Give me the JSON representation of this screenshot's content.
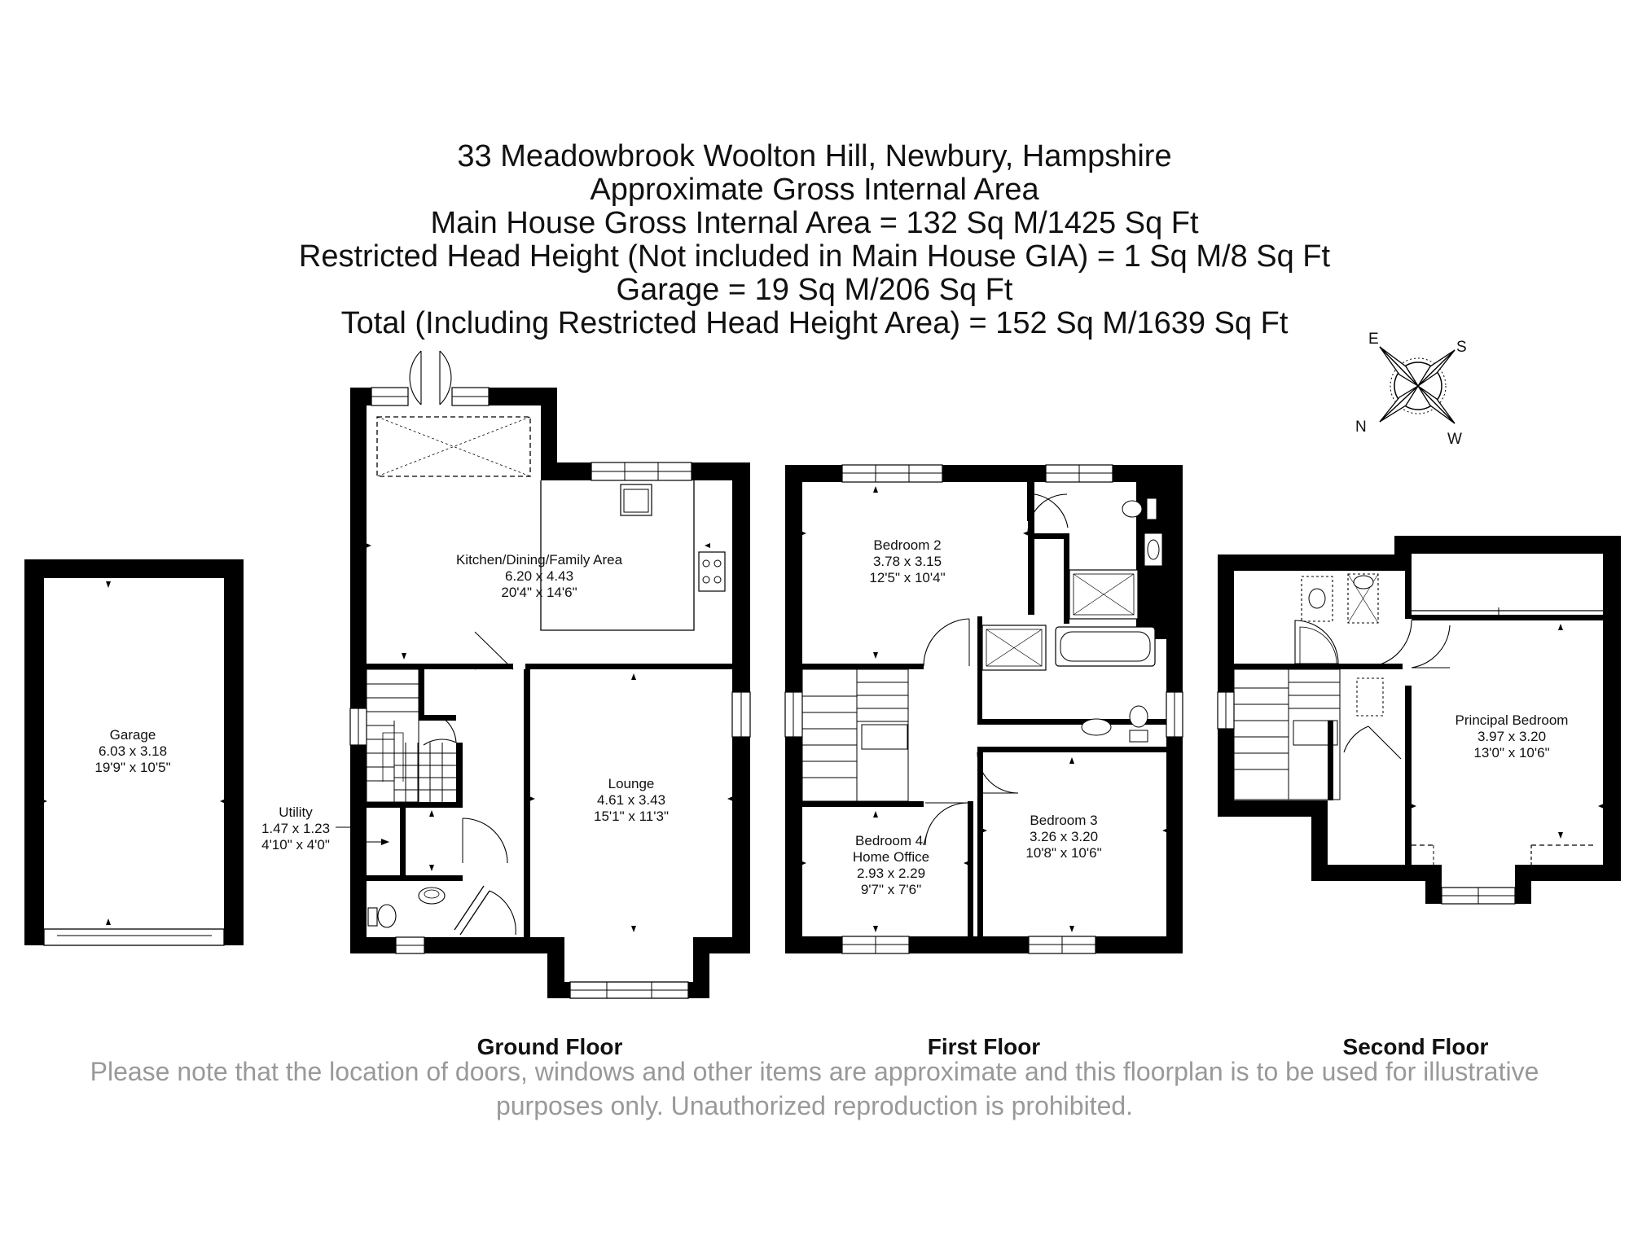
{
  "header": {
    "line1": "33 Meadowbrook Woolton Hill, Newbury, Hampshire",
    "line2": "Approximate Gross Internal Area",
    "line3": "Main House Gross Internal Area = 132 Sq M/1425 Sq Ft",
    "line4": "Restricted Head Height (Not included in Main House GIA)  = 1 Sq M/8 Sq Ft",
    "line5": "Garage = 19 Sq M/206 Sq Ft",
    "line6": "Total (Including Restricted Head Height Area) = 152 Sq M/1639 Sq Ft"
  },
  "compass": {
    "e": "E",
    "s": "S",
    "n": "N",
    "w": "W"
  },
  "rooms": {
    "garage": {
      "name": "Garage",
      "metric": "6.03 x 3.18",
      "imperial": "19'9\" x 10'5\""
    },
    "utility": {
      "name": "Utility",
      "metric": "1.47 x 1.23",
      "imperial": "4'10\" x 4'0\""
    },
    "kitchen": {
      "name": "Kitchen/Dining/Family Area",
      "metric": "6.20 x 4.43",
      "imperial": "20'4\" x 14'6\""
    },
    "lounge": {
      "name": "Lounge",
      "metric": "4.61 x 3.43",
      "imperial": "15'1\" x 11'3\""
    },
    "bedroom2": {
      "name": "Bedroom 2",
      "metric": "3.78 x 3.15",
      "imperial": "12'5\" x 10'4\""
    },
    "bedroom4": {
      "name1": "Bedroom 4/",
      "name2": "Home Office",
      "metric": "2.93 x 2.29",
      "imperial": "9'7\" x 7'6\""
    },
    "bedroom3": {
      "name": "Bedroom 3",
      "metric": "3.26 x 3.20",
      "imperial": "10'8\" x 10'6\""
    },
    "principal": {
      "name": "Principal Bedroom",
      "metric": "3.97 x 3.20",
      "imperial": "13'0\" x 10'6\""
    }
  },
  "floors": {
    "ground": "Ground Floor",
    "first": "First Floor",
    "second": "Second Floor"
  },
  "disclaimer": {
    "line1": "Please note that the location of doors, windows and other items are approximate and this floorplan is to be used for illustrative",
    "line2": "purposes only. Unauthorized reproduction is prohibited."
  },
  "colors": {
    "wall": "#000000",
    "text": "#111111",
    "disclaimer": "#999999",
    "background": "#ffffff"
  }
}
